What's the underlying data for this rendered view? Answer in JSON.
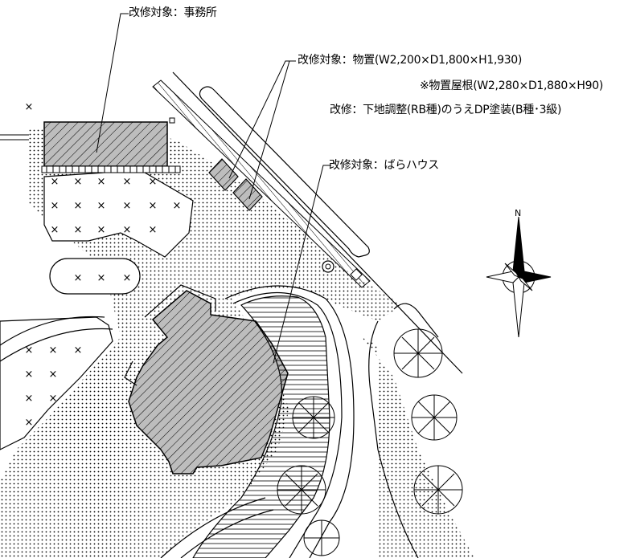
{
  "labels": {
    "office": "改修対象：事務所",
    "storage": "改修対象：物置(W2,200×D1,800×H1,930)",
    "storage_roof": "※物置屋根(W2,280×D1,880×H90)",
    "repair_spec": "改修：下地調整(RB種)のうえDP塗装(B種･3級)",
    "rose_house": "改修対象：ばらハウス",
    "north": "N"
  },
  "icons": {
    "compass": "compass-rose-icon",
    "tree": "tree-symbol-icon",
    "hatch": "diagonal-hatch-pattern",
    "gravel": "dot-pavement-pattern"
  },
  "colors": {
    "line": "#000000",
    "hatch_fill": "#bbbbbb",
    "background": "#ffffff"
  }
}
